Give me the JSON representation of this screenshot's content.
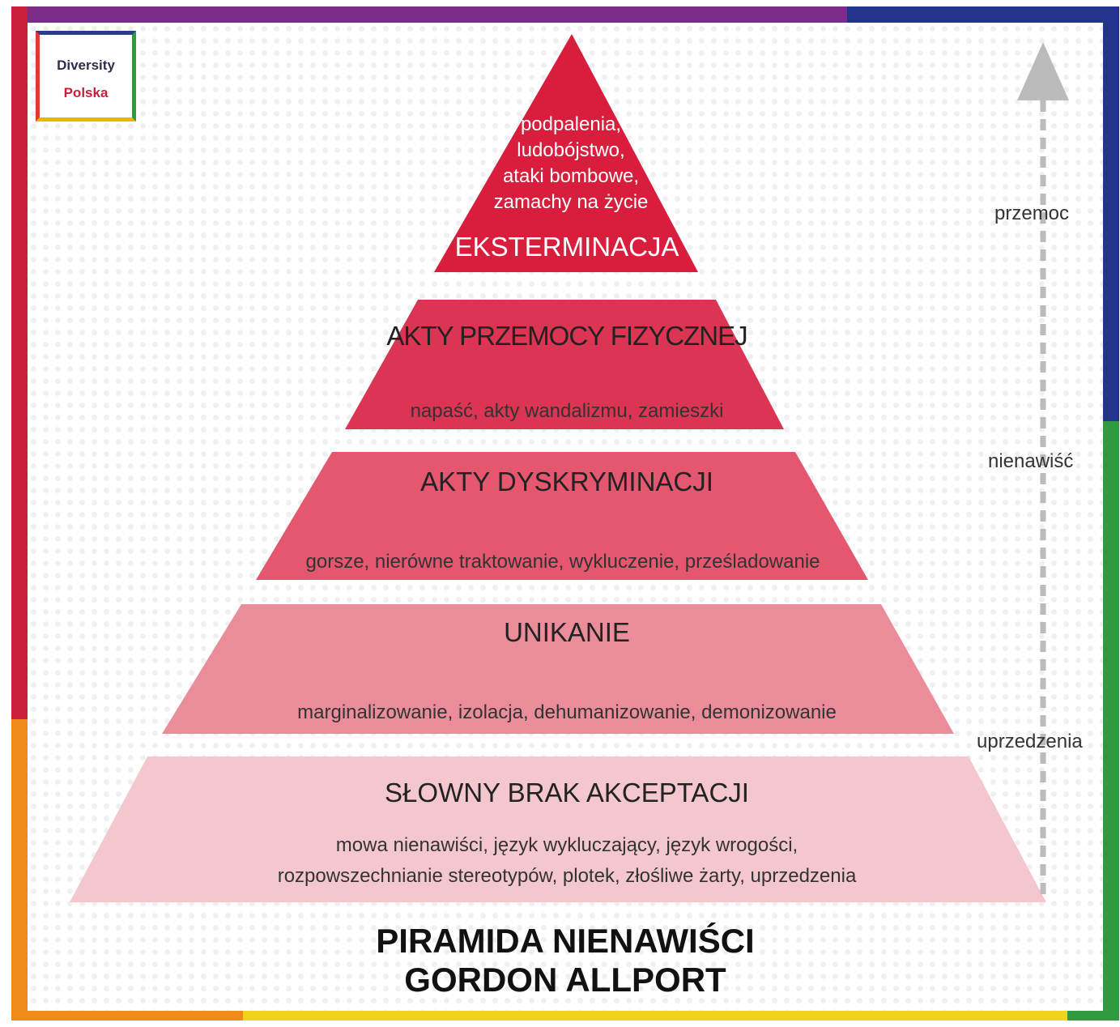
{
  "logo": {
    "line1": "Diversity",
    "line2": "Polska"
  },
  "colors": {
    "frame_top_left": "#7b2d8e",
    "frame_top_right": "#24338c",
    "frame_right_top": "#24338c",
    "frame_right_bottom": "#2f9a3e",
    "frame_left_top": "#c8203a",
    "frame_left_bottom": "#ee8a1a",
    "frame_bottom_left": "#ee8a1a",
    "frame_bottom_mid": "#f3d21c",
    "frame_bottom_right": "#2f9a3e",
    "level1": "#d81e3c",
    "level2": "#dc3553",
    "level3": "#e4576f",
    "level4": "#eb8c9b",
    "level5": "#f4c7ce",
    "arrow": "#bbbbbb"
  },
  "pyramid": {
    "levels": [
      {
        "title": "EKSTERMINACJA",
        "desc_lines": [
          "podpalenia,",
          "ludobójstwo,",
          "ataki bombowe,",
          "zamachy na życie"
        ]
      },
      {
        "title": "AKTY PRZEMOCY FIZYCZNEJ",
        "desc": "napaść, akty wandalizmu, zamieszki"
      },
      {
        "title": "AKTY DYSKRYMINACJI",
        "desc": "gorsze, nierówne traktowanie, wykluczenie, prześladowanie"
      },
      {
        "title": "UNIKANIE",
        "desc": "marginalizowanie, izolacja, dehumanizowanie, demonizowanie"
      },
      {
        "title": "SŁOWNY BRAK AKCEPTACJI",
        "desc_lines": [
          "mowa nienawiści, język wykluczający, język wrogości,",
          "rozpowszechnianie stereotypów, plotek, złośliwe żarty, uprzedzenia"
        ]
      }
    ]
  },
  "scale": {
    "top": "przemoc",
    "middle": "nienawiść",
    "bottom": "uprzedzenia"
  },
  "title": {
    "line1": "PIRAMIDA NIENAWIŚCI",
    "line2": "GORDON ALLPORT"
  }
}
